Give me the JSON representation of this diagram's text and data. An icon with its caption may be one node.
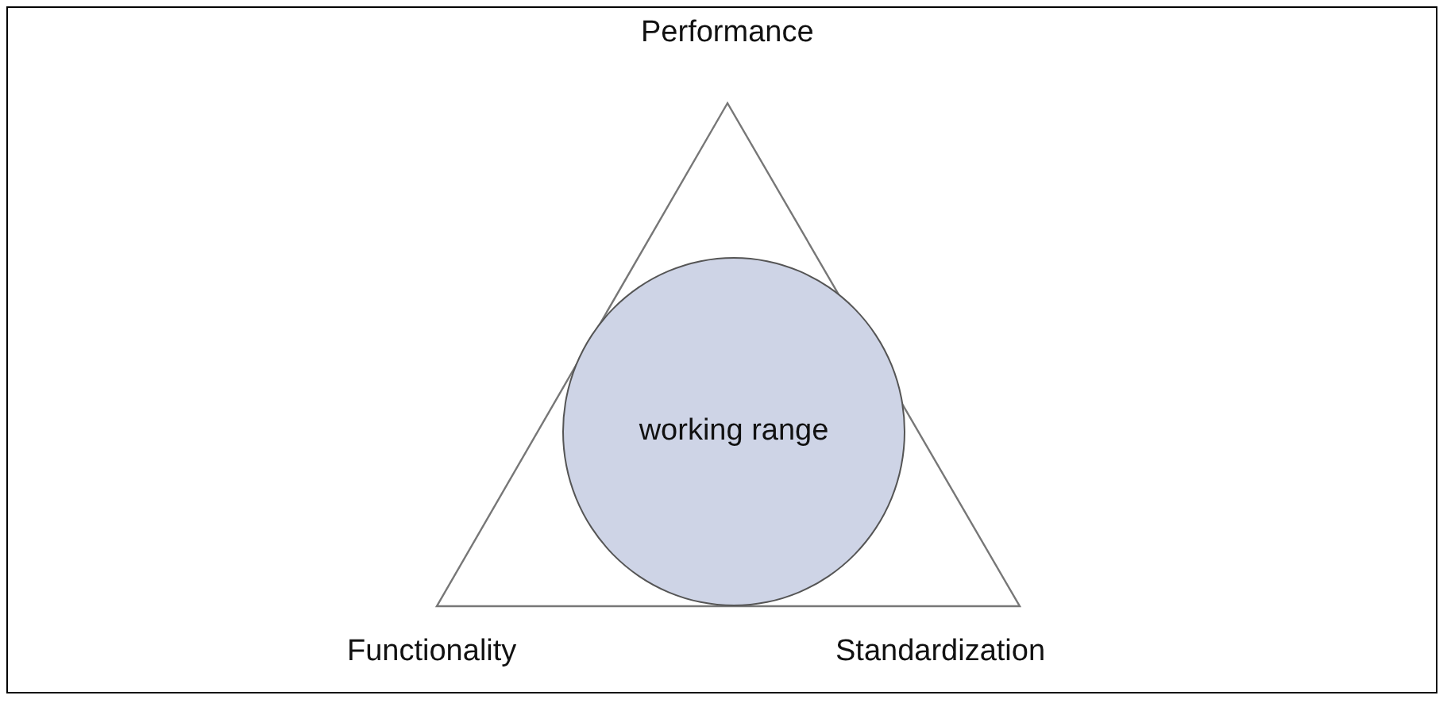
{
  "diagram": {
    "nodes": [
      {
        "text": [
          "working range"
        ]
      }
    ],
    "labels": [
      "Performance",
      "Functionality",
      "Standardization"
    ]
  }
}
